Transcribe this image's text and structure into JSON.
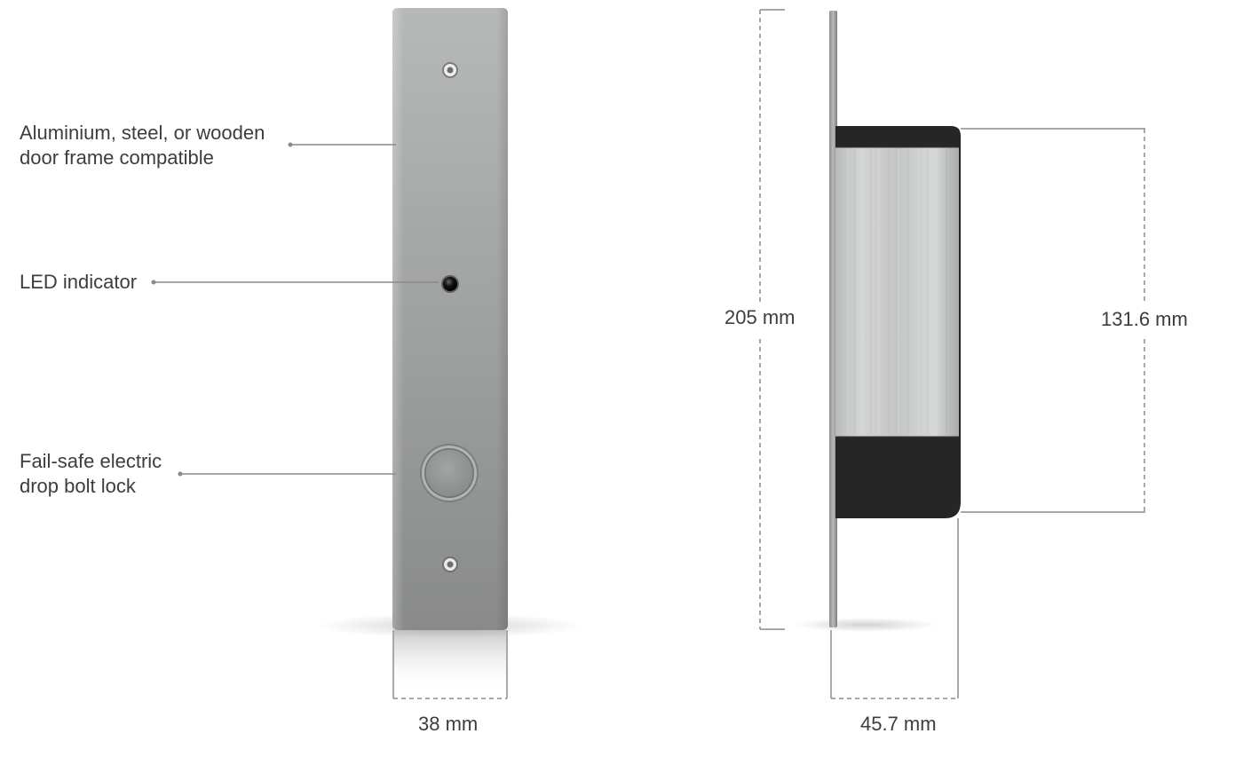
{
  "callouts": {
    "frame": "Aluminium, steel, or wooden\ndoor frame compatible",
    "led": "LED indicator",
    "lock": "Fail-safe electric\ndrop bolt lock"
  },
  "dimensions": {
    "front_width": "38 mm",
    "height": "205 mm",
    "body_height": "131.6 mm",
    "depth": "45.7 mm"
  },
  "colors": {
    "plate_light": "#b6b8b8",
    "plate_dark": "#8a8b8b",
    "body_black": "#262626",
    "brushed_steel": "#c9cacb",
    "dimension_line": "#8c8c8c"
  }
}
